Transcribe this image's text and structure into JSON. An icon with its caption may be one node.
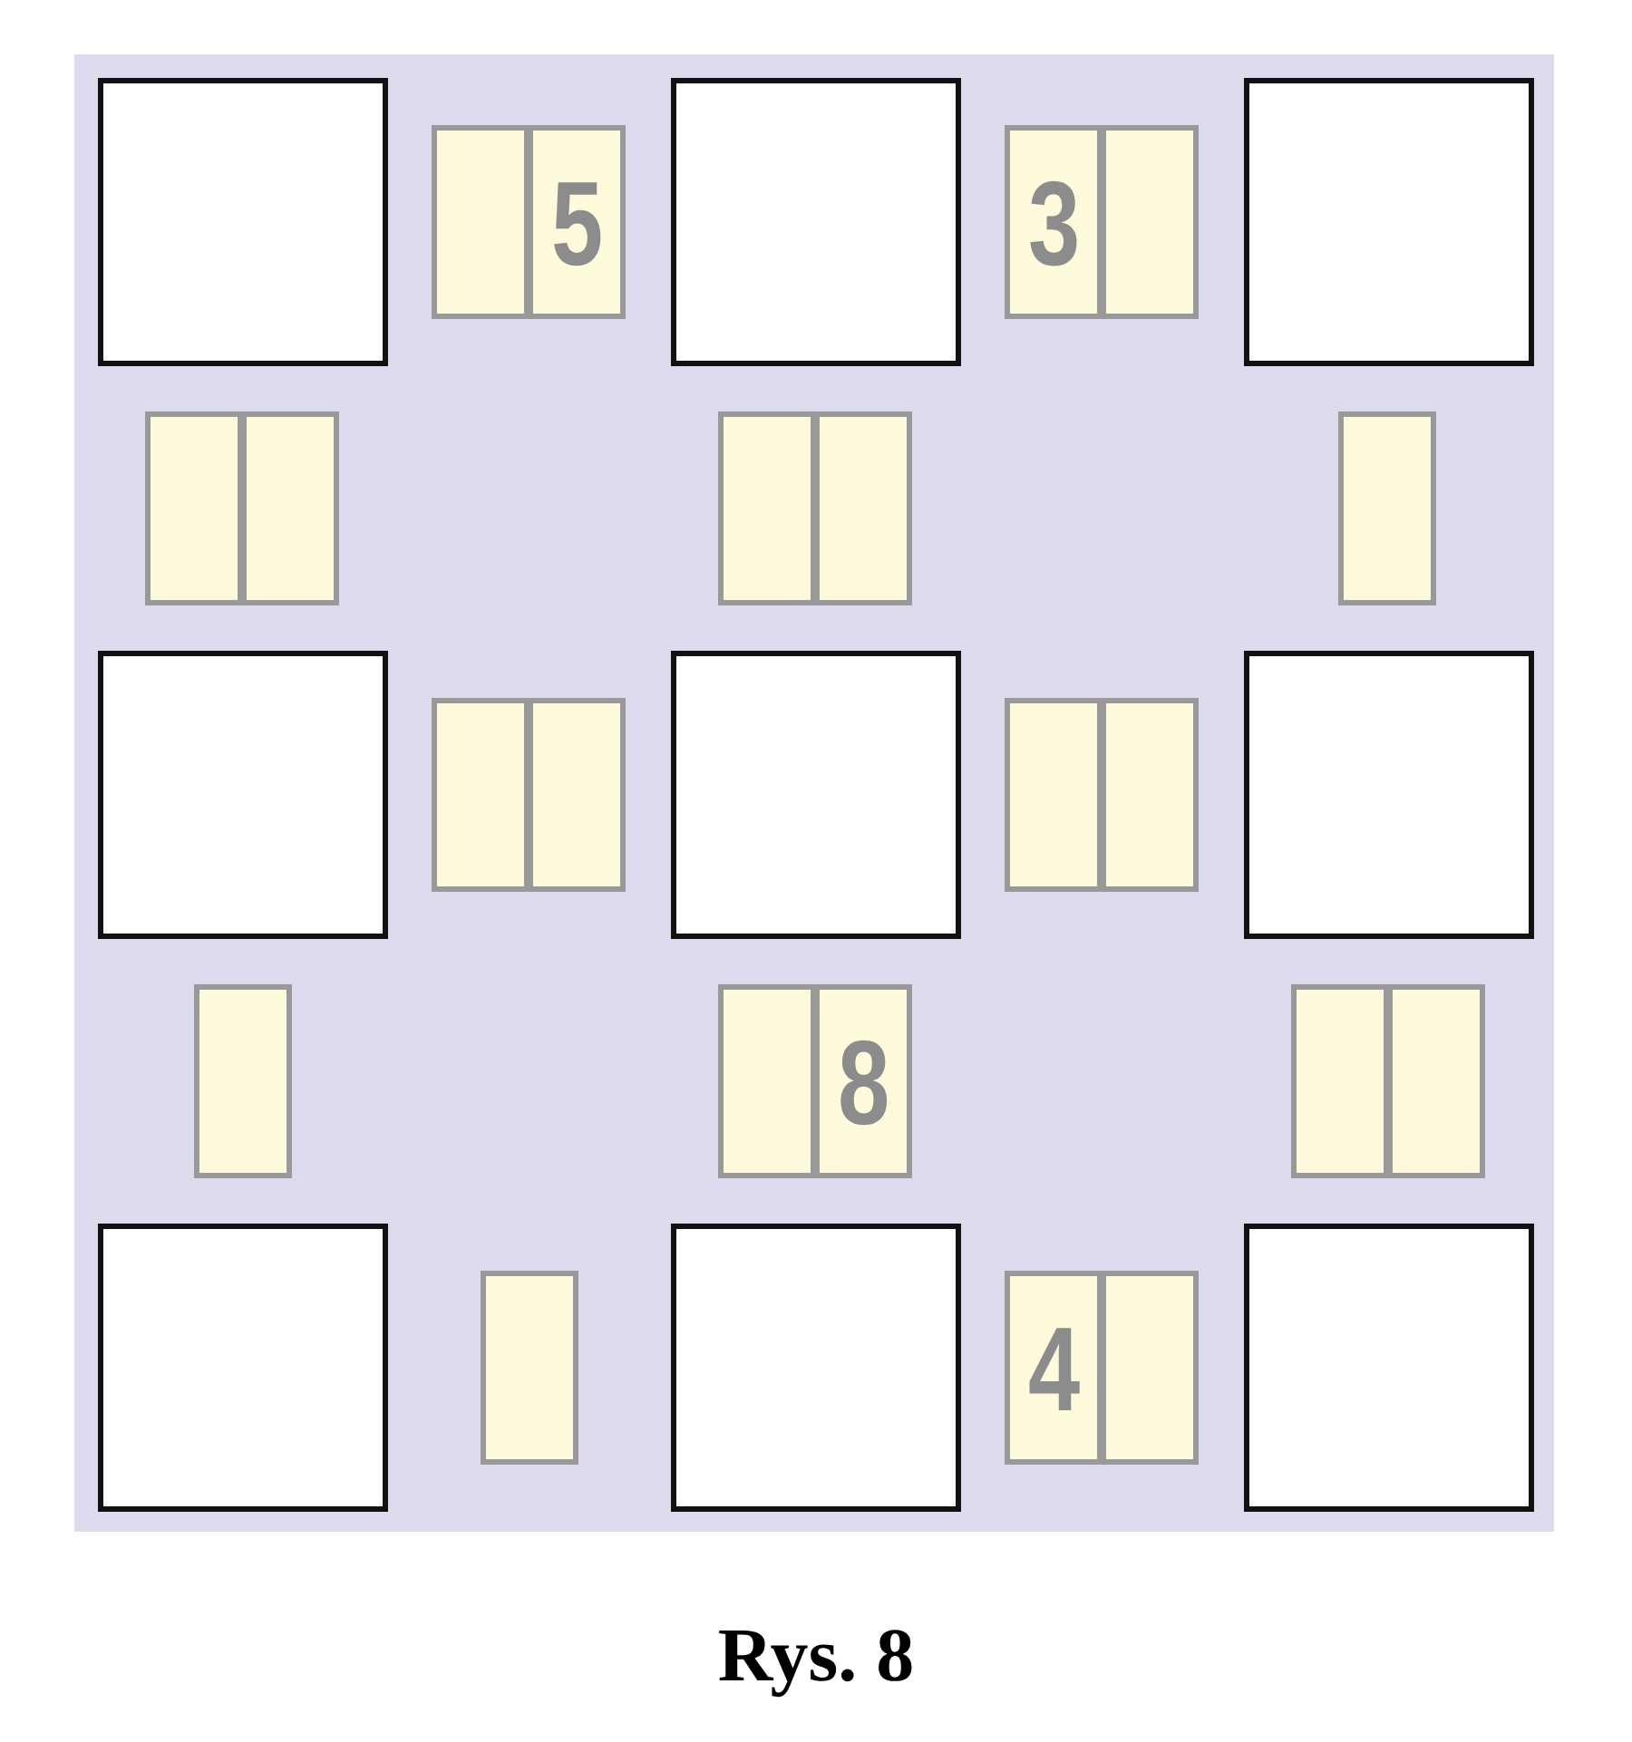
{
  "diagram": {
    "caption": "Rys. 8",
    "nodes": [
      {
        "text": [],
        "shape": "box"
      },
      {
        "text": [],
        "shape": "box",
        "in": 0
      },
      {
        "text": [],
        "shape": "box",
        "in": 0
      },
      {
        "text": [
          "5"
        ],
        "in": 0
      },
      {
        "text": [],
        "shape": "box",
        "in": 0
      },
      {
        "text": [
          "3"
        ],
        "in": 0
      },
      {
        "text": [],
        "shape": "box",
        "in": 0
      },
      {
        "text": [],
        "shape": "box",
        "in": 0
      },
      {
        "text": [],
        "shape": "box",
        "in": 0
      },
      {
        "text": [],
        "shape": "box",
        "in": 0
      },
      {
        "text": [],
        "shape": "box",
        "in": 0
      },
      {
        "text": [],
        "shape": "box",
        "in": 0
      },
      {
        "text": [],
        "shape": "box",
        "in": 0
      },
      {
        "text": [],
        "shape": "box",
        "in": 0
      },
      {
        "text": [],
        "shape": "box",
        "in": 0
      },
      {
        "text": [],
        "shape": "box",
        "in": 0
      },
      {
        "text": [],
        "shape": "box",
        "in": 0
      },
      {
        "text": [],
        "shape": "box",
        "in": 0
      },
      {
        "text": [],
        "shape": "box",
        "in": 0
      },
      {
        "text": [],
        "shape": "box",
        "in": 0
      },
      {
        "text": [],
        "shape": "box",
        "in": 0
      },
      {
        "text": [],
        "shape": "box",
        "in": 0
      },
      {
        "text": [
          "8"
        ],
        "in": 0
      },
      {
        "text": [],
        "shape": "box",
        "in": 0
      },
      {
        "text": [],
        "shape": "box",
        "in": 0
      },
      {
        "text": [],
        "shape": "box",
        "in": 0
      },
      {
        "text": [],
        "shape": "box",
        "in": 0
      },
      {
        "text": [],
        "shape": "box",
        "in": 0
      },
      {
        "text": [
          "4"
        ],
        "in": 0
      },
      {
        "text": [],
        "shape": "box",
        "in": 0
      },
      {
        "text": [],
        "shape": "box",
        "in": 0
      }
    ]
  }
}
